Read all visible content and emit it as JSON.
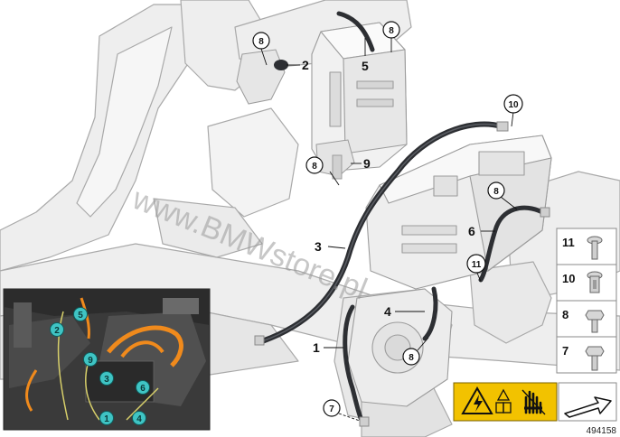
{
  "watermark": "www.BMWstore.pl",
  "document_id": "494158",
  "callouts": [
    {
      "id": "c8a",
      "text": "8"
    },
    {
      "id": "c2",
      "text": "2"
    },
    {
      "id": "c8b",
      "text": "8"
    },
    {
      "id": "c5",
      "text": "5"
    },
    {
      "id": "c10",
      "text": "10"
    },
    {
      "id": "c8c",
      "text": "8"
    },
    {
      "id": "c9",
      "text": "9"
    },
    {
      "id": "c8d",
      "text": "8"
    },
    {
      "id": "c6",
      "text": "6"
    },
    {
      "id": "c3",
      "text": "3"
    },
    {
      "id": "c11",
      "text": "11"
    },
    {
      "id": "c4",
      "text": "4"
    },
    {
      "id": "c1",
      "text": "1"
    },
    {
      "id": "c8e",
      "text": "8"
    },
    {
      "id": "c7",
      "text": "7"
    }
  ],
  "photo_markers": [
    {
      "id": "p5",
      "text": "5"
    },
    {
      "id": "p2",
      "text": "2"
    },
    {
      "id": "p9",
      "text": "9"
    },
    {
      "id": "p3",
      "text": "3"
    },
    {
      "id": "p6",
      "text": "6"
    },
    {
      "id": "p1",
      "text": "1"
    },
    {
      "id": "p4",
      "text": "4"
    }
  ],
  "legend": [
    {
      "id": "l11",
      "text": "11"
    },
    {
      "id": "l10",
      "text": "10"
    },
    {
      "id": "l8",
      "text": "8"
    },
    {
      "id": "l7",
      "text": "7"
    }
  ],
  "colors": {
    "frame_fill": "#eeeeee",
    "frame_stroke": "#a9a9a9",
    "cable": "#2d2f33",
    "photo_marker": "#3fc4c4",
    "warning_yellow": "#f2c200",
    "photo_bg": "#3a3a3a",
    "orange_cable": "#f08a1c"
  },
  "icons": [
    "high-voltage-warning-icon",
    "read-manual-icon",
    "no-touch-hand-icon",
    "reference-arrow-icon"
  ]
}
